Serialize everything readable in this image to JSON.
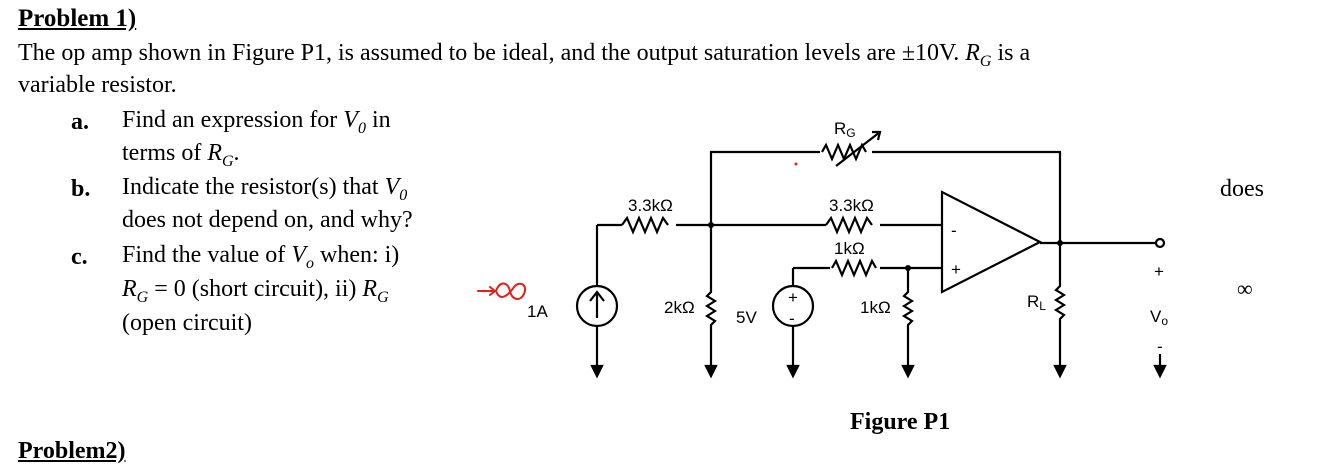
{
  "problem": {
    "title": "Problem 1)",
    "intro_text_1": "The op amp shown in Figure P1, is assumed to be ideal, and the output saturation levels are ±10V.",
    "intro_rg": "R",
    "intro_rg_sub": "G",
    "intro_text_2": " is a",
    "intro_line2": "variable resistor.",
    "items": [
      {
        "label": "a.",
        "line1_text": "Find an expression for ",
        "line1_var": "V",
        "line1_sub": "0",
        "line1_end": " in",
        "line2_text": "terms of ",
        "line2_var": "R",
        "line2_sub": "G",
        "line2_end": "."
      },
      {
        "label": "b.",
        "line1_text": "Indicate the resistor(s) that ",
        "line1_var": "V",
        "line1_sub": "0",
        "line1_end": "",
        "line2_text": "does not depend on, and why?"
      },
      {
        "label": "c.",
        "line1_text": "Find the value of ",
        "line1_var": "V",
        "line1_sub": "o",
        "line1_end": " when: i)",
        "line2_var": "R",
        "line2_sub": "G",
        "line2_text": " = 0 (short circuit), ii) ",
        "line2_var2": "R",
        "line2_sub2": "G",
        "line3_text": "(open circuit)"
      }
    ],
    "margin_does": "does",
    "margin_inf": "∞",
    "next_problem": "Problem2)"
  },
  "circuit": {
    "current_source": "1A",
    "r_series_left": "3.3kΩ",
    "r_shunt_left": "2kΩ",
    "voltage_source": "5V",
    "vs_plus": "+",
    "vs_minus": "-",
    "rg": "R",
    "rg_sub": "G",
    "r_series_right": "3.3kΩ",
    "r_plus_series": "1kΩ",
    "r_plus_shunt": "1kΩ",
    "rl": "R",
    "rl_sub": "L",
    "opamp_minus": "-",
    "opamp_plus": "+",
    "out_plus": "+",
    "out_minus": "-",
    "vo": "V",
    "vo_sub": "o",
    "caption": "Figure P1"
  },
  "colors": {
    "annotation": "#e0201b",
    "ink": "#000000"
  }
}
